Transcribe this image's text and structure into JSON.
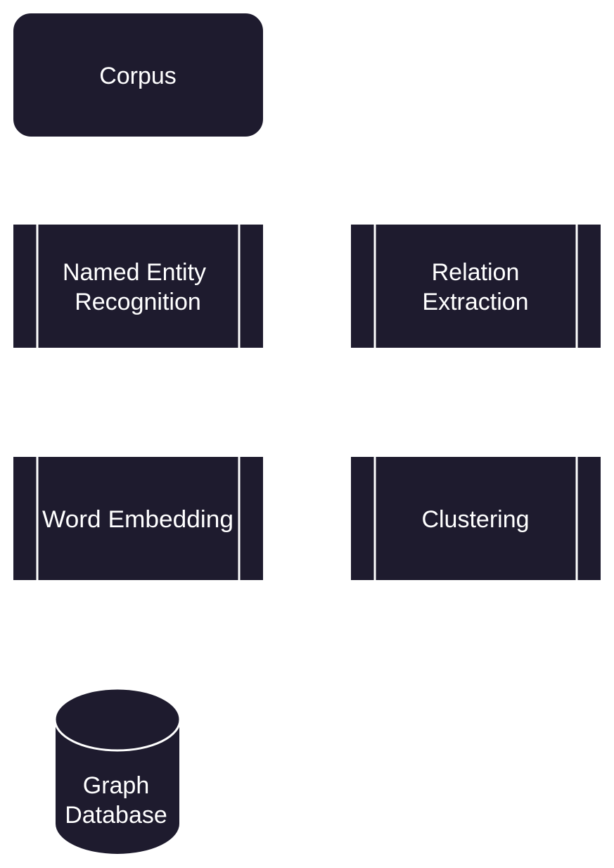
{
  "colors": {
    "node_fill": "#1e1b2e",
    "node_stroke": "#ffffff",
    "label": "#ffffff",
    "background": "#ffffff"
  },
  "nodes": {
    "corpus": {
      "shape": "rounded-rectangle",
      "label": "Corpus"
    },
    "ner": {
      "shape": "predefined-process",
      "label_lines": [
        "Named Entity",
        "Recognition"
      ]
    },
    "relation_extraction": {
      "shape": "predefined-process",
      "label_lines": [
        "Relation",
        "Extraction"
      ]
    },
    "word_embedding": {
      "shape": "predefined-process",
      "label": "Word Embedding"
    },
    "clustering": {
      "shape": "predefined-process",
      "label": "Clustering"
    },
    "graph_database": {
      "shape": "cylinder",
      "label_lines": [
        "Graph",
        "Database"
      ]
    }
  }
}
